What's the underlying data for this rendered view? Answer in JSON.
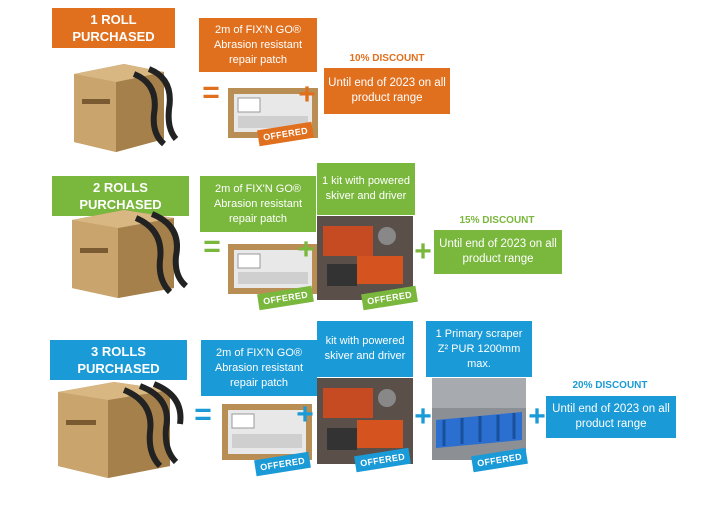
{
  "colors": {
    "orange": "#e0701e",
    "green": "#7ab73d",
    "blue": "#1a9ad6"
  },
  "tiers": [
    {
      "title": "1 ROLL PURCHASED",
      "patch": "2m of FIX'N GO® Abrasion resistant repair patch",
      "offer_badge": "OFFERED",
      "discount_label": "10% DISCOUNT",
      "discount_text": "Until end of 2023 on all product range"
    },
    {
      "title": "2 ROLLS PURCHASED",
      "patch": "2m of FIX'N GO® Abrasion resistant repair patch",
      "offer_badge": "OFFERED",
      "kit": "1 kit with powered skiver and driver",
      "kit_badge": "OFFERED",
      "discount_label": "15% DISCOUNT",
      "discount_text": "Until end of 2023 on all product range"
    },
    {
      "title": "3 ROLLS PURCHASED",
      "patch": "2m of FIX'N GO® Abrasion resistant repair patch",
      "offer_badge": "OFFERED",
      "kit": "kit with powered skiver and driver",
      "kit_badge": "OFFERED",
      "scraper": "1 Primary scraper Z² PUR 1200mm max.",
      "scraper_badge": "OFFERED",
      "discount_label": "20% DISCOUNT",
      "discount_text": "Until end of 2023 on all product range"
    }
  ],
  "operators": {
    "equals": "=",
    "plus": "+"
  },
  "icons": [
    "cardboard-box-with-rolls-image",
    "repair-patch-kit-image",
    "power-tool-kit-image",
    "scraper-image"
  ]
}
